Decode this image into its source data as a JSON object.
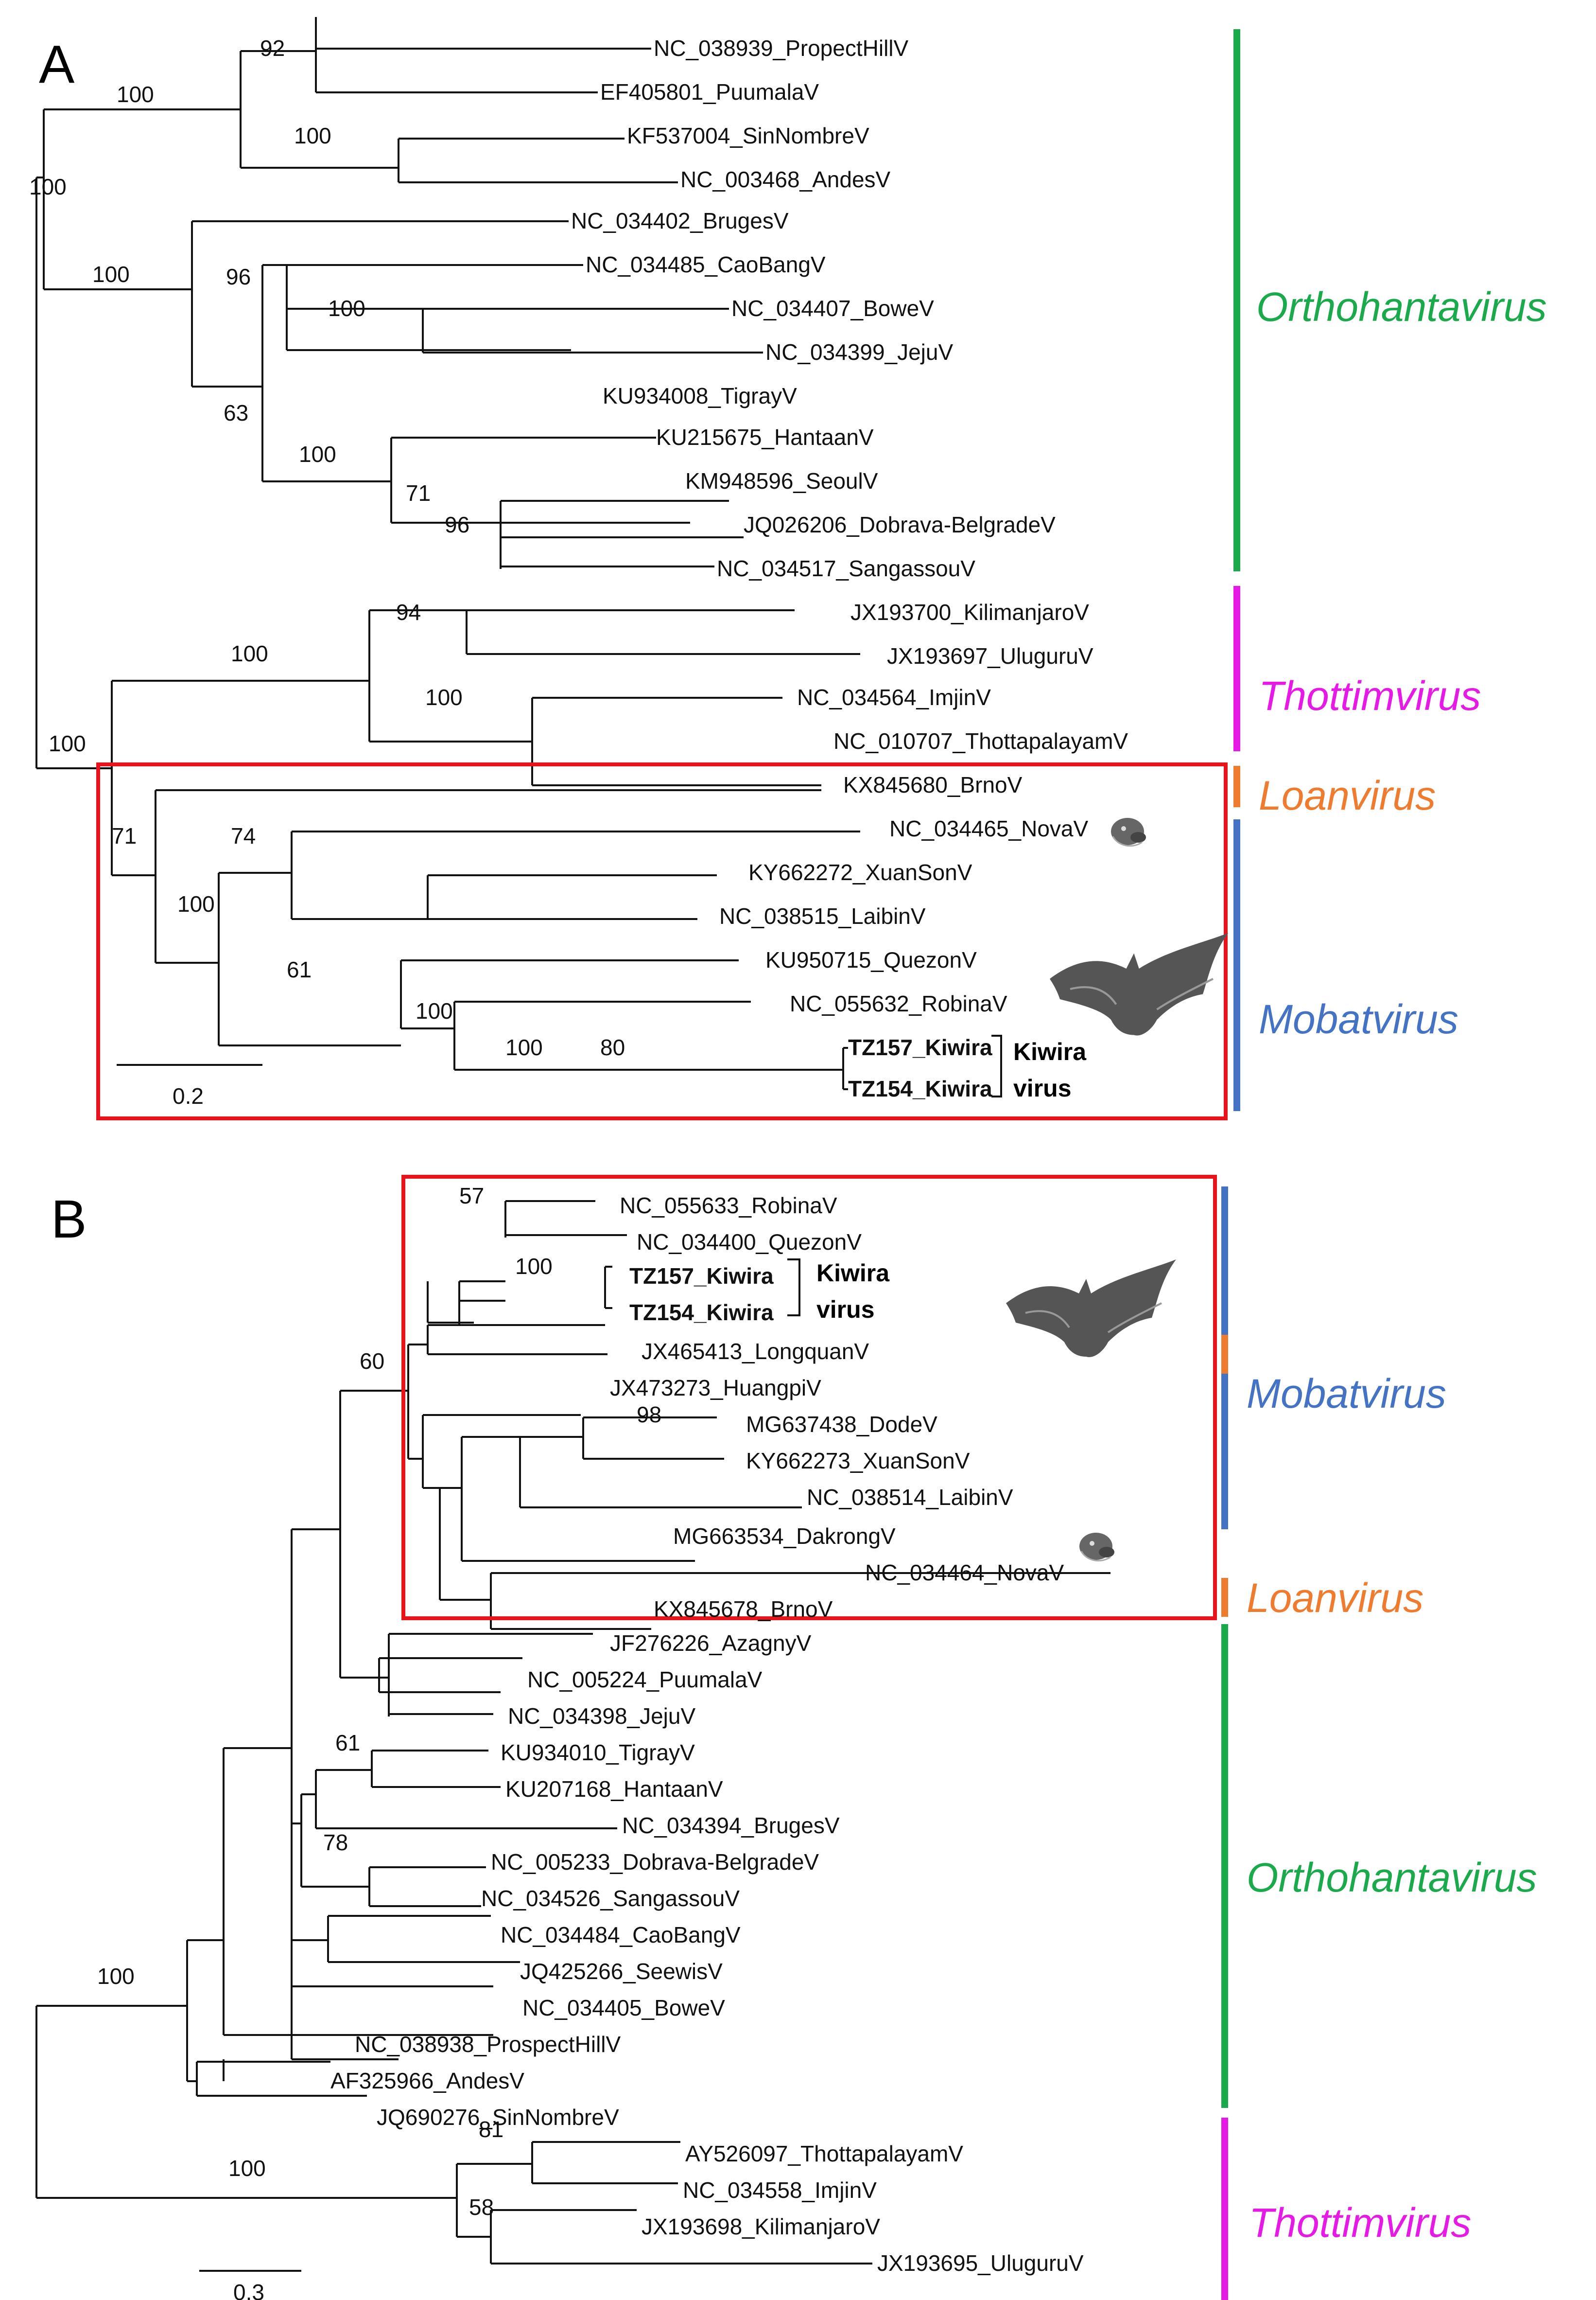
{
  "panels": [
    {
      "label": "A",
      "scale_label": "0.2",
      "taxa": [
        "NC_038939_PropectHillV",
        "EF405801_PuumalaV",
        "KF537004_SinNombreV",
        "NC_003468_AndesV",
        "NC_034402_BrugesV",
        "NC_034485_CaoBangV",
        "NC_034407_BoweV",
        "NC_034399_JejuV",
        "KU934008_TigrayV",
        "KU215675_HantaanV",
        "KM948596_SeoulV",
        "JQ026206_Dobrava-BelgradeV",
        "NC_034517_SangassouV",
        "JX193700_KilimanjaroV",
        "JX193697_UluguruV",
        "NC_034564_ImjinV",
        "NC_010707_ThottapalayamV",
        "KX845680_BrnoV",
        "NC_034465_NovaV",
        "KY662272_XuanSonV",
        "NC_038515_LaibinV",
        "KU950715_QuezonV",
        "NC_055632_RobinaV",
        "TZ157_Kiwira",
        "TZ154_Kiwira"
      ],
      "bootstraps": [
        "92",
        "100",
        "100",
        "100",
        "100",
        "96",
        "100",
        "63",
        "100",
        "71",
        "96",
        "94",
        "100",
        "100",
        "100",
        "71",
        "74",
        "100",
        "61",
        "100",
        "80",
        "100"
      ],
      "kiwira_label": [
        "Kiwira",
        "virus"
      ],
      "genera": [
        {
          "name": "Orthohantavirus",
          "color": "#1aaa4b"
        },
        {
          "name": "Thottimvirus",
          "color": "#e619e6"
        },
        {
          "name": "Loanvirus",
          "color": "#ee7b2e"
        },
        {
          "name": "Mobatvirus",
          "color": "#4472c4"
        }
      ]
    },
    {
      "label": "B",
      "scale_label": "0.3",
      "taxa": [
        "NC_055633_RobinaV",
        "NC_034400_QuezonV",
        "TZ157_Kiwira",
        "TZ154_Kiwira",
        "JX465413_LongquanV",
        "JX473273_HuangpiV",
        "MG637438_DodeV",
        "KY662273_XuanSonV",
        "NC_038514_LaibinV",
        "MG663534_DakrongV",
        "NC_034464_NovaV",
        "KX845678_BrnoV",
        "JF276226_AzagnyV",
        "NC_005224_PuumalaV",
        "NC_034398_JejuV",
        "KU934010_TigrayV",
        "KU207168_HantaanV",
        "NC_034394_BrugesV",
        "NC_005233_Dobrava-BelgradeV",
        "NC_034526_SangassouV",
        "NC_034484_CaoBangV",
        "JQ425266_SeewisV",
        "NC_034405_BoweV",
        "NC_038938_ProspectHillV",
        "AF325966_AndesV",
        "JQ690276_SinNombreV",
        "AY526097_ThottapalayamV",
        "NC_034558_ImjinV",
        "JX193698_KilimanjaroV",
        "JX193695_UluguruV"
      ],
      "bootstraps": [
        "57",
        "100",
        "98",
        "60",
        "61",
        "78",
        "100",
        "81",
        "100",
        "58"
      ],
      "kiwira_label": [
        "Kiwira",
        "virus"
      ],
      "genera": [
        {
          "name": "Mobatvirus",
          "color": "#4472c4"
        },
        {
          "name": "Loanvirus",
          "color": "#ee7b2e"
        },
        {
          "name": "Orthohantavirus",
          "color": "#1aaa4b"
        },
        {
          "name": "Thottimvirus",
          "color": "#e619e6"
        }
      ]
    }
  ],
  "colors": {
    "highlight_box": "#e8141b",
    "branch": "#111111"
  },
  "icons": [
    "bat-icon",
    "shrew-icon"
  ]
}
